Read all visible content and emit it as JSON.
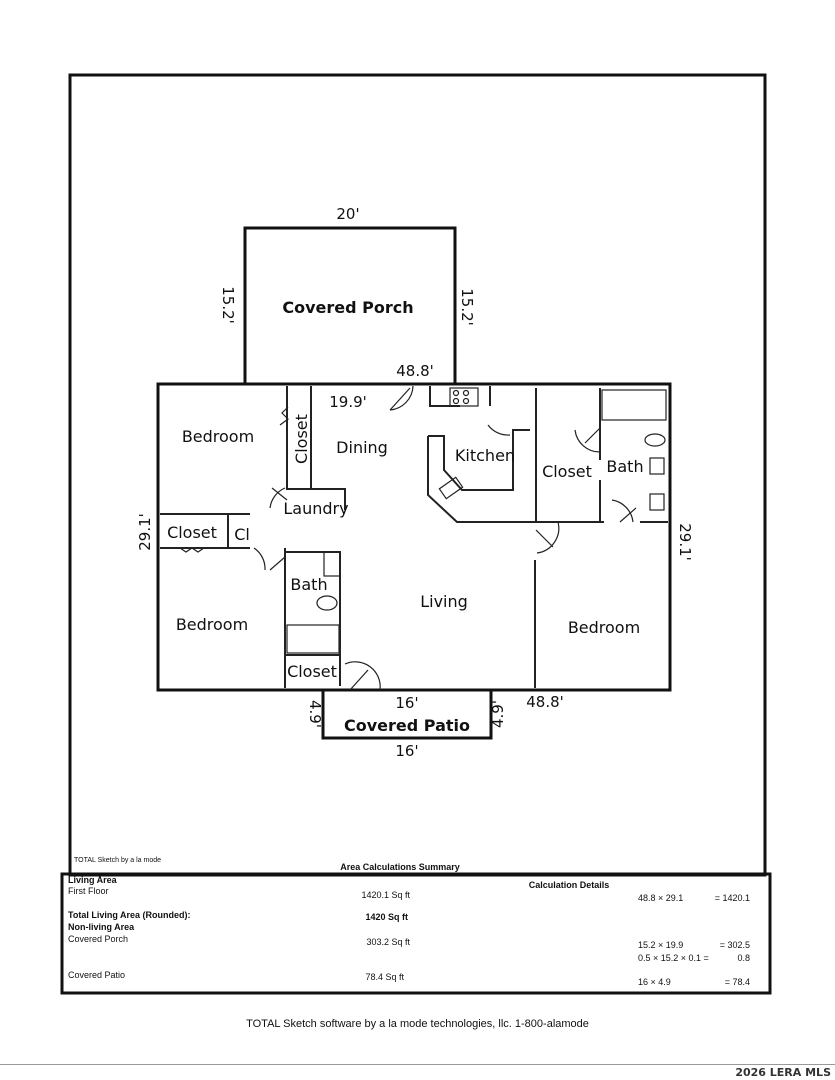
{
  "plan": {
    "rooms": {
      "covered_porch": "Covered Porch",
      "bedroom_nw": "Bedroom",
      "closet_nw": "Closet",
      "dining": "Dining",
      "kitchen": "Kitchen",
      "closet_ne": "Closet",
      "bath_ne": "Bath",
      "laundry": "Laundry",
      "closet_w": "Closet",
      "cl_w": "Cl",
      "bath_w": "Bath",
      "living": "Living",
      "bedroom_sw": "Bedroom",
      "bedroom_se": "Bedroom",
      "closet_s": "Closet",
      "covered_patio": "Covered Patio"
    },
    "dimensions": {
      "porch_top": "20'",
      "porch_left": "15.2'",
      "porch_right": "15.2'",
      "house_top": "48.8'",
      "dining_width": "19.9'",
      "house_left": "29.1'",
      "house_right": "29.1'",
      "house_bottom": "48.8'",
      "patio_top": "16'",
      "patio_bottom": "16'",
      "patio_left": "4.9'",
      "patio_right": "4.9'"
    }
  },
  "summary": {
    "software_note": "TOTAL Sketch by a la mode",
    "title": "Area Calculations Summary",
    "living_area_heading": "Living Area",
    "calc_details_heading": "Calculation Details",
    "first_floor_label": "First Floor",
    "first_floor_value": "1420.1 Sq ft",
    "first_floor_calc": "48.8 × 29.1",
    "first_floor_result": "= 1420.1",
    "total_label": "Total Living Area (Rounded):",
    "total_value": "1420 Sq ft",
    "non_living_heading": "Non-living Area",
    "porch_label": "Covered Porch",
    "porch_value": "303.2 Sq ft",
    "porch_calc1": "15.2 × 19.9",
    "porch_result1": "=   302.5",
    "porch_calc2": "0.5 × 15.2 × 0.1 =",
    "porch_result2": "0.8",
    "patio_label": "Covered Patio",
    "patio_value": "78.4 Sq ft",
    "patio_calc": "16 × 4.9",
    "patio_result": "=   78.4"
  },
  "footer": "TOTAL Sketch software by a la mode technologies, llc. 1-800-alamode",
  "watermark": "2026 LERA MLS"
}
